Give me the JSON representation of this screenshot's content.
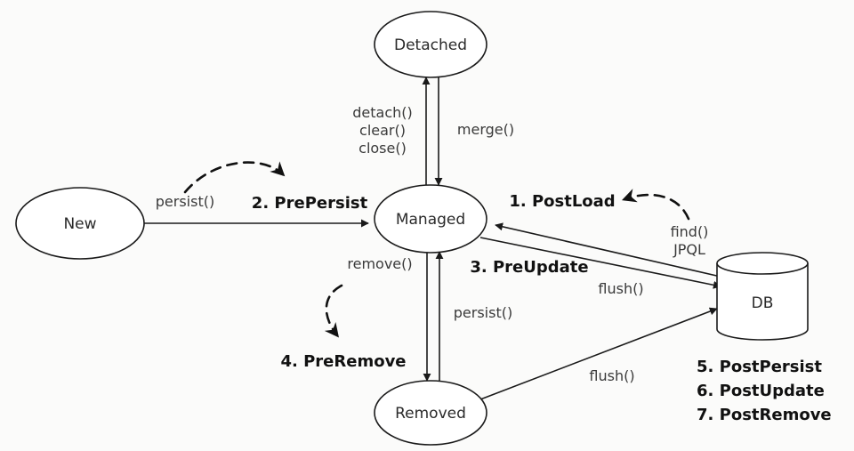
{
  "states": {
    "new": "New",
    "managed": "Managed",
    "detached": "Detached",
    "removed": "Removed",
    "db": "DB"
  },
  "operations": {
    "persist_new": "persist()",
    "detach_ops": [
      "detach()",
      "clear()",
      "close()"
    ],
    "merge": "merge()",
    "remove": "remove()",
    "persist_removed": "persist()",
    "find_ops": [
      "find()",
      "JPQL"
    ],
    "flush_managed": "flush()",
    "flush_removed": "flush()"
  },
  "callbacks": {
    "post_load": "1. PostLoad",
    "pre_persist": "2. PrePersist",
    "pre_update": "3. PreUpdate",
    "pre_remove": "4. PreRemove",
    "db_callbacks": [
      "5. PostPersist",
      "6. PostUpdate",
      "7. PostRemove"
    ]
  }
}
